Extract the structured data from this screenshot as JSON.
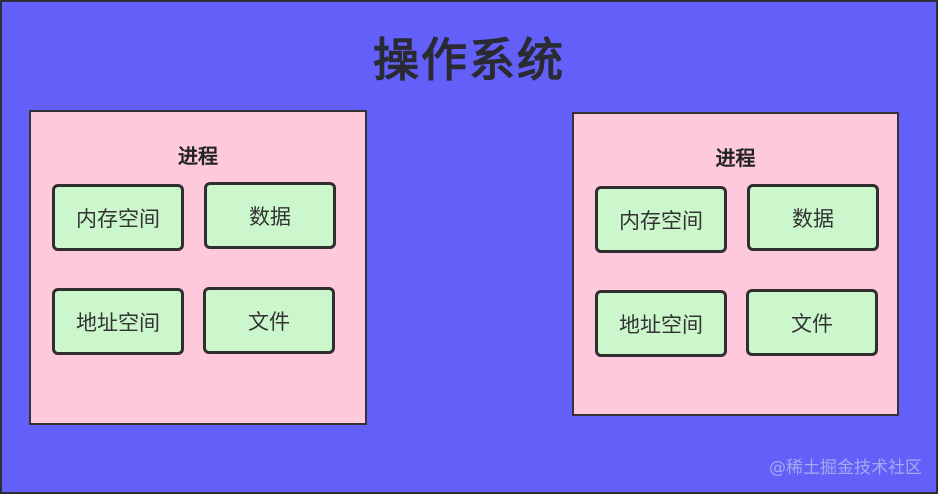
{
  "title": "操作系统",
  "processes": [
    {
      "title": "进程",
      "items": [
        "内存空间",
        "数据",
        "地址空间",
        "文件"
      ]
    },
    {
      "title": "进程",
      "items": [
        "内存空间",
        "数据",
        "地址空间",
        "文件"
      ]
    }
  ],
  "watermark": "@稀土掘金技术社区",
  "colors": {
    "background": "#6360fa",
    "process_fill": "#ffc9dc",
    "item_fill": "#ccf7cc",
    "border": "#333333"
  }
}
